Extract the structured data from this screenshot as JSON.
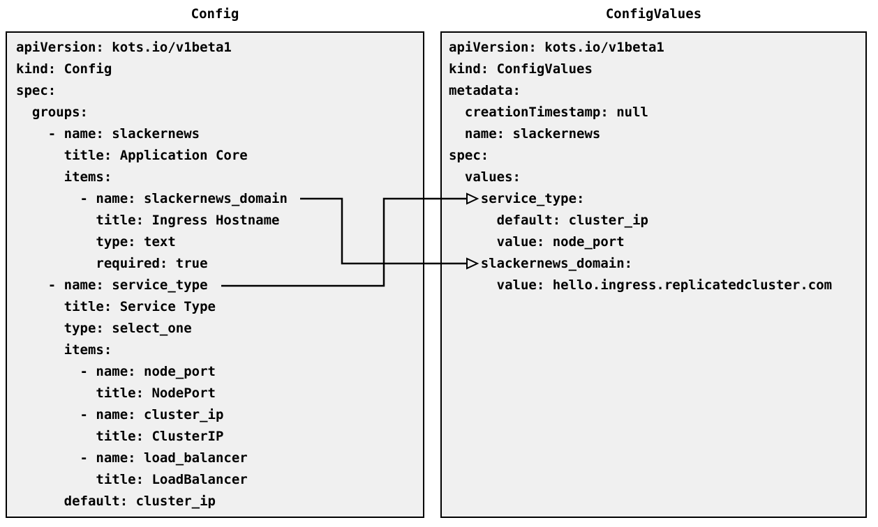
{
  "diagram": {
    "left_panel": {
      "title": "Config",
      "yaml_lines": [
        "apiVersion: kots.io/v1beta1",
        "kind: Config",
        "spec:",
        "  groups:",
        "    - name: slackernews",
        "      title: Application Core",
        "      items:",
        "        - name: slackernews_domain",
        "          title: Ingress Hostname",
        "          type: text",
        "          required: true",
        "    - name: service_type",
        "      title: Service Type",
        "      type: select_one",
        "      items:",
        "        - name: node_port",
        "          title: NodePort",
        "        - name: cluster_ip",
        "          title: ClusterIP",
        "        - name: load_balancer",
        "          title: LoadBalancer",
        "      default: cluster_ip"
      ]
    },
    "right_panel": {
      "title": "ConfigValues",
      "yaml_lines": [
        "apiVersion: kots.io/v1beta1",
        "kind: ConfigValues",
        "metadata:",
        "  creationTimestamp: null",
        "  name: slackernews",
        "spec:",
        "  values:",
        "    service_type:",
        "      default: cluster_ip",
        "      value: node_port",
        "    slackernews_domain:",
        "      value: hello.ingress.replicatedcluster.com"
      ]
    },
    "connections": [
      {
        "from": "slackernews_domain",
        "to": "slackernews_domain:"
      },
      {
        "from": "service_type",
        "to": "service_type:"
      }
    ],
    "colors": {
      "background": "#ffffff",
      "box_fill": "#f0f0f0",
      "box_border": "#000000",
      "connector": "#000000",
      "text": "#000000"
    }
  }
}
